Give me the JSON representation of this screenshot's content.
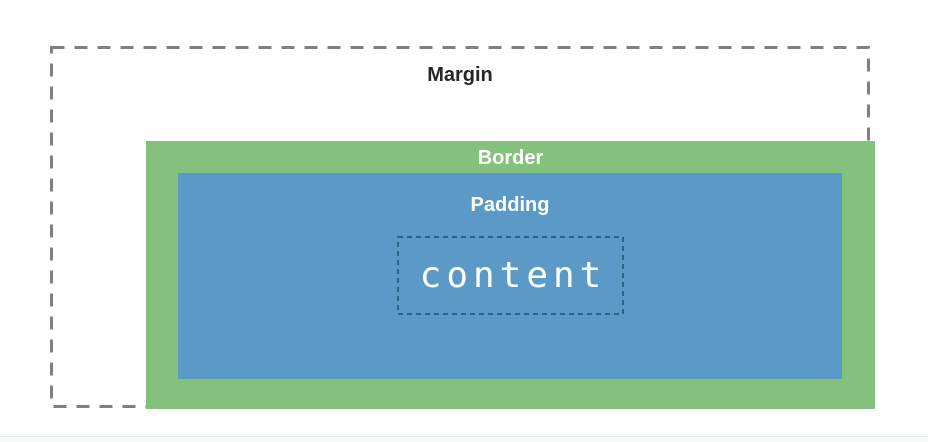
{
  "diagram": {
    "title": "css-box-model",
    "margin_label": "Margin",
    "border_label": "Border",
    "padding_label": "Padding",
    "content_label": "content"
  },
  "colors": {
    "background": "#ffffff",
    "margin_dash": "#808080",
    "margin_text": "#262626",
    "border_fill": "#83c17d",
    "padding_fill": "#5b9ac6",
    "content_dash": "#2e6284",
    "light_text": "#ffffff"
  }
}
